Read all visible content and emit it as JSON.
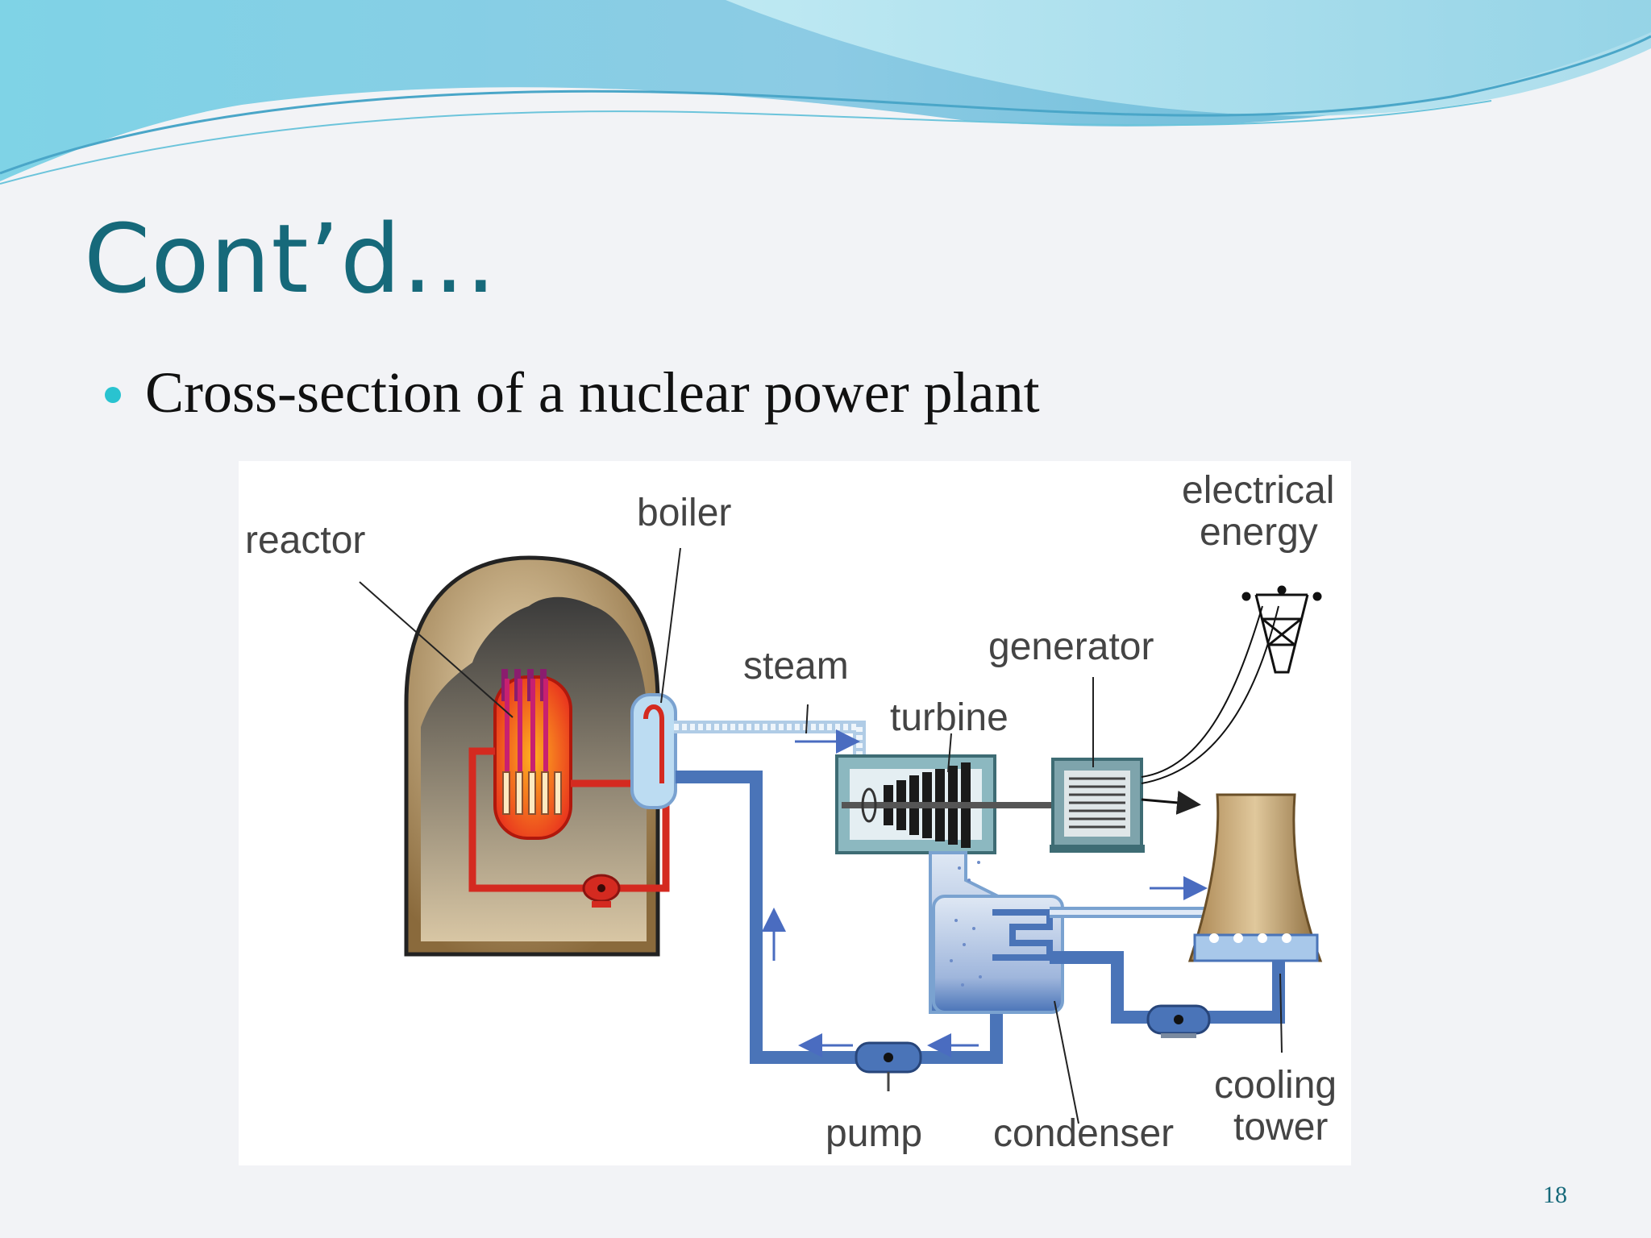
{
  "slide": {
    "title": "Cont’d…",
    "bullet": "Cross-section of a nuclear power plant",
    "page_number": "18"
  },
  "diagram": {
    "labels": {
      "reactor": "reactor",
      "boiler": "boiler",
      "steam": "steam",
      "turbine": "turbine",
      "generator": "generator",
      "electrical_energy_line1": "electrical",
      "electrical_energy_line2": "energy",
      "cooling_tower_line1": "cooling",
      "cooling_tower_line2": "tower",
      "pump": "pump",
      "condenser": "condenser"
    }
  },
  "colors": {
    "title": "#16697a",
    "bullet": "#29c3d0",
    "wave_light": "#a9dcea",
    "wave_dark": "#5fb6d3",
    "reactor_core": "#e8321e",
    "water_blue": "#4a74b8",
    "dome": "#c9ab7c"
  }
}
